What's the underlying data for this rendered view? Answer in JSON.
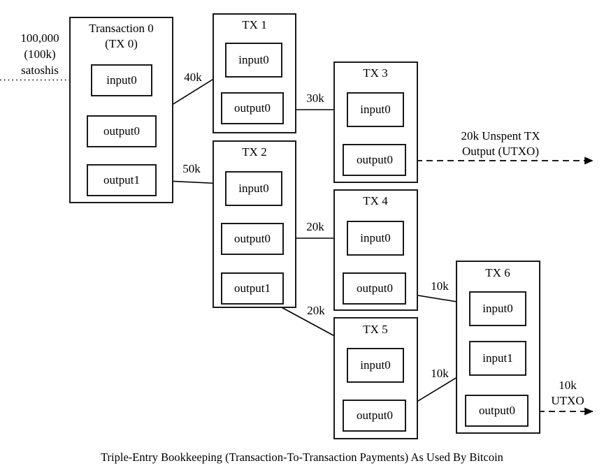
{
  "figure": {
    "caption": "Triple-Entry Bookkeeping (Transaction-To-Transaction Payments) As Used By Bitcoin",
    "background_color": "#ffffff",
    "line_color": "#000000",
    "box_stroke_color": "#1a1a1a"
  },
  "transactions": [
    {
      "id": "tx0",
      "title_line1": "Transaction 0",
      "title_line2": "(TX 0)",
      "slots": [
        {
          "id": "tx0-input0",
          "label": "input0",
          "kind": "input"
        },
        {
          "id": "tx0-output0",
          "label": "output0",
          "kind": "output"
        },
        {
          "id": "tx0-output1",
          "label": "output1",
          "kind": "output"
        }
      ]
    },
    {
      "id": "tx1",
      "title_line1": "TX 1",
      "title_line2": "",
      "slots": [
        {
          "id": "tx1-input0",
          "label": "input0",
          "kind": "input"
        },
        {
          "id": "tx1-output0",
          "label": "output0",
          "kind": "output"
        }
      ]
    },
    {
      "id": "tx2",
      "title_line1": "TX 2",
      "title_line2": "",
      "slots": [
        {
          "id": "tx2-input0",
          "label": "input0",
          "kind": "input"
        },
        {
          "id": "tx2-output0",
          "label": "output0",
          "kind": "output"
        },
        {
          "id": "tx2-output1",
          "label": "output1",
          "kind": "output"
        }
      ]
    },
    {
      "id": "tx3",
      "title_line1": "TX 3",
      "title_line2": "",
      "slots": [
        {
          "id": "tx3-input0",
          "label": "input0",
          "kind": "input"
        },
        {
          "id": "tx3-output0",
          "label": "output0",
          "kind": "output"
        }
      ]
    },
    {
      "id": "tx4",
      "title_line1": "TX 4",
      "title_line2": "",
      "slots": [
        {
          "id": "tx4-input0",
          "label": "input0",
          "kind": "input"
        },
        {
          "id": "tx4-output0",
          "label": "output0",
          "kind": "output"
        }
      ]
    },
    {
      "id": "tx5",
      "title_line1": "TX 5",
      "title_line2": "",
      "slots": [
        {
          "id": "tx5-input0",
          "label": "input0",
          "kind": "input"
        },
        {
          "id": "tx5-output0",
          "label": "output0",
          "kind": "output"
        }
      ]
    },
    {
      "id": "tx6",
      "title_line1": "TX 6",
      "title_line2": "",
      "slots": [
        {
          "id": "tx6-input0",
          "label": "input0",
          "kind": "input"
        },
        {
          "id": "tx6-input1",
          "label": "input1",
          "kind": "input"
        },
        {
          "id": "tx6-output0",
          "label": "output0",
          "kind": "output"
        }
      ]
    }
  ],
  "flows": [
    {
      "id": "flow-funding",
      "amount_label": "",
      "style": "dotted",
      "from": "external",
      "to": "tx0-input0"
    },
    {
      "id": "flow-tx0out0-tx1in0",
      "amount_label": "40k",
      "style": "solid",
      "from": "tx0-output0",
      "to": "tx1-input0"
    },
    {
      "id": "flow-tx0out1-tx2in0",
      "amount_label": "50k",
      "style": "solid",
      "from": "tx0-output1",
      "to": "tx2-input0"
    },
    {
      "id": "flow-tx1out0-tx3in0",
      "amount_label": "30k",
      "style": "solid",
      "from": "tx1-output0",
      "to": "tx3-input0"
    },
    {
      "id": "flow-tx2out0-tx4in0",
      "amount_label": "20k",
      "style": "solid",
      "from": "tx2-output0",
      "to": "tx4-input0"
    },
    {
      "id": "flow-tx2out1-tx5in0",
      "amount_label": "20k",
      "style": "solid",
      "from": "tx2-output1",
      "to": "tx5-input0"
    },
    {
      "id": "flow-tx4out0-tx6in0",
      "amount_label": "10k",
      "style": "solid",
      "from": "tx4-output0",
      "to": "tx6-input0"
    },
    {
      "id": "flow-tx5out0-tx6in1",
      "amount_label": "10k",
      "style": "solid",
      "from": "tx5-output0",
      "to": "tx6-input1"
    },
    {
      "id": "flow-tx3out0-utxo",
      "amount_label": "",
      "style": "dashed",
      "from": "tx3-output0",
      "to": "unspent"
    },
    {
      "id": "flow-tx6out0-utxo",
      "amount_label": "",
      "style": "dashed",
      "from": "tx6-output0",
      "to": "unspent"
    }
  ],
  "annotations": {
    "funding_note": {
      "line1": "100,000",
      "line2": "(100k)",
      "line3": "satoshis"
    },
    "utxo_note_top": {
      "line1": "20k Unspent TX",
      "line2": "Output (UTXO)"
    },
    "utxo_note_bottom": {
      "line1": "10k",
      "line2": "UTXO"
    }
  },
  "chart_data": {
    "type": "diagram",
    "title": "Triple-Entry Bookkeeping (Transaction-To-Transaction Payments) As Used By Bitcoin",
    "nodes": [
      "TX 0",
      "TX 1",
      "TX 2",
      "TX 3",
      "TX 4",
      "TX 5",
      "TX 6"
    ],
    "edges": [
      {
        "from": "external",
        "to": "TX 0 input0",
        "value": 100000,
        "value_label": "100,000 (100k) satoshis"
      },
      {
        "from": "TX 0 output0",
        "to": "TX 1 input0",
        "value": 40000,
        "value_label": "40k"
      },
      {
        "from": "TX 0 output1",
        "to": "TX 2 input0",
        "value": 50000,
        "value_label": "50k"
      },
      {
        "from": "TX 1 output0",
        "to": "TX 3 input0",
        "value": 30000,
        "value_label": "30k"
      },
      {
        "from": "TX 2 output0",
        "to": "TX 4 input0",
        "value": 20000,
        "value_label": "20k"
      },
      {
        "from": "TX 2 output1",
        "to": "TX 5 input0",
        "value": 20000,
        "value_label": "20k"
      },
      {
        "from": "TX 4 output0",
        "to": "TX 6 input0",
        "value": 10000,
        "value_label": "10k"
      },
      {
        "from": "TX 5 output0",
        "to": "TX 6 input1",
        "value": 10000,
        "value_label": "10k"
      },
      {
        "from": "TX 3 output0",
        "to": "UTXO",
        "value": 20000,
        "value_label": "20k Unspent TX Output (UTXO)"
      },
      {
        "from": "TX 6 output0",
        "to": "UTXO",
        "value": 10000,
        "value_label": "10k UTXO"
      }
    ]
  }
}
